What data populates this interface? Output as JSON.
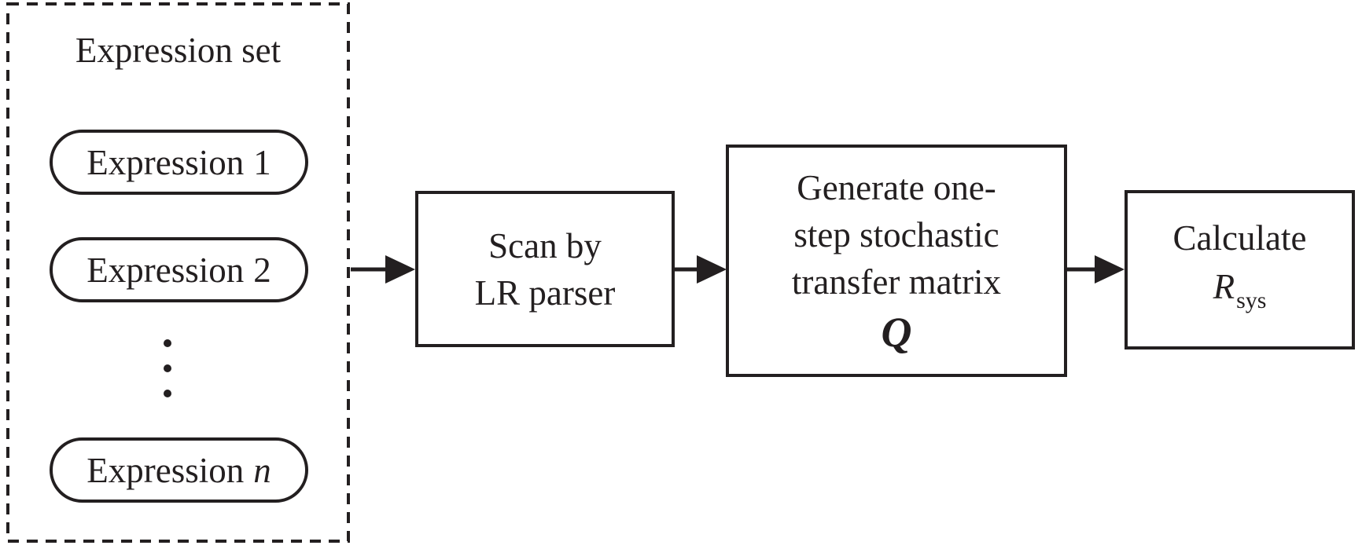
{
  "figure": {
    "background": "#ffffff",
    "ink": "#231f20",
    "expression_set": {
      "title": "Expression set",
      "pills": [
        {
          "prefix": "Expression",
          "suffix": "1"
        },
        {
          "prefix": "Expression",
          "suffix": "2"
        },
        {
          "prefix": "Expression",
          "suffix": "n"
        }
      ]
    },
    "steps": {
      "scan": {
        "line1": "Scan by",
        "line2": "LR parser"
      },
      "generate": {
        "line1": "Generate one-",
        "line2": "step stochastic",
        "line3": "transfer matrix",
        "symbol": "Q"
      },
      "calculate": {
        "line1": "Calculate",
        "symbol": "R",
        "subscript": "sys"
      }
    }
  }
}
